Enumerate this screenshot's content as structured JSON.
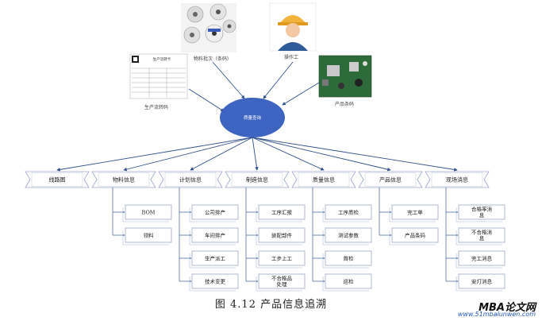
{
  "hub": {
    "label": "质量查询"
  },
  "sources": [
    {
      "id": "materials",
      "label": "物料批次（条码）"
    },
    {
      "id": "worker",
      "label": "操作工"
    },
    {
      "id": "order",
      "label": "生产流转码"
    },
    {
      "id": "product",
      "label": "产品条码"
    }
  ],
  "order_doc": {
    "title": "生产流转卡"
  },
  "categories": [
    {
      "label": "线路图",
      "children": []
    },
    {
      "label": "物料信息",
      "children": [
        "BOM",
        "领料"
      ]
    },
    {
      "label": "计划信息",
      "children": [
        "公司排产",
        "车间排产",
        "生产派工",
        "技术变更"
      ]
    },
    {
      "label": "制造信息",
      "children": [
        "工序汇报",
        "装配部件",
        "工步上工",
        "不合格品处理"
      ]
    },
    {
      "label": "质量信息",
      "children": [
        "工序质检",
        "测试参数",
        "首检",
        "巡检"
      ]
    },
    {
      "label": "产品信息",
      "children": [
        "完工单",
        "产品条码"
      ]
    },
    {
      "label": "现场消息",
      "children": [
        "合格率消息",
        "不合格消息",
        "完工消息",
        "安灯消息"
      ]
    }
  ],
  "caption": "图 4.12    产品信息追溯",
  "watermark": {
    "brand": "MBA论文网",
    "url": "www.51mbalunwen.com"
  },
  "colors": {
    "hub": "#3c64c0",
    "arrow": "#2f4f8a",
    "box_border": "#9aa9c6"
  }
}
